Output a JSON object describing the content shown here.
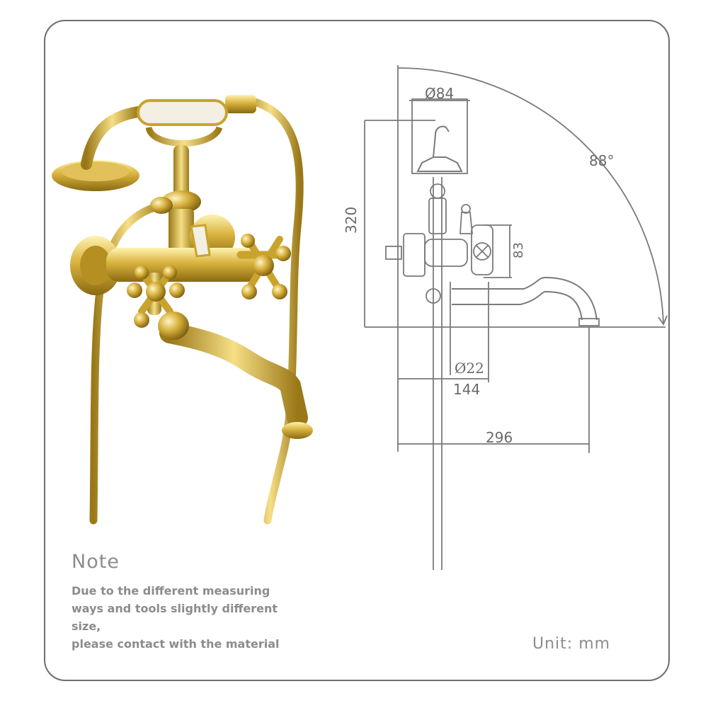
{
  "dimensions": {
    "head_diameter": "Ø84",
    "angle": "88°",
    "height": "320",
    "handle_height": "83",
    "pipe_diameter": "Ø22",
    "center_width": "144",
    "spout_length": "296"
  },
  "note": {
    "title": "Note",
    "lines": [
      "Due to the  different  measuring",
      "ways and tools slightly different",
      "size,",
      "please contact with the material"
    ]
  },
  "unit": "Unit:  mm",
  "colors": {
    "gold": "#c9a32e",
    "gold_dark": "#8a6a12",
    "line": "#7a7a7a",
    "ceramic": "#f3efe2"
  }
}
